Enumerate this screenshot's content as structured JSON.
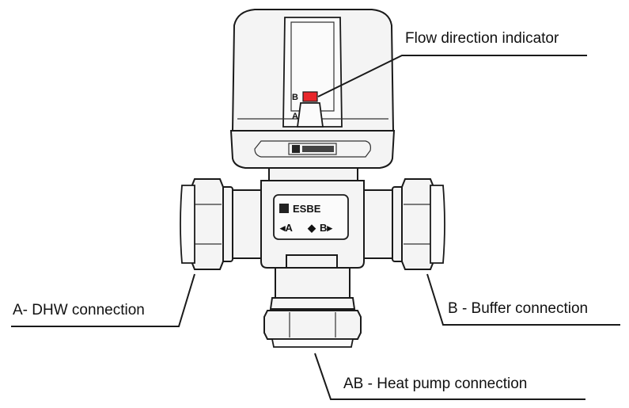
{
  "callouts": {
    "flow_indicator": "Flow direction indicator",
    "dhw": "A- DHW connection",
    "buffer": "B - Buffer connection",
    "heat_pump": "AB - Heat pump connection"
  },
  "actuator": {
    "port_b_letter": "B",
    "port_a_letter": "A",
    "indicator_color": "#e8262a"
  },
  "valve_plate": {
    "brand": "ESBE",
    "direction_left": "◂A",
    "direction_right": "B▸"
  },
  "colors": {
    "line": "#1a1a1a",
    "indicator": "#e8262a"
  }
}
